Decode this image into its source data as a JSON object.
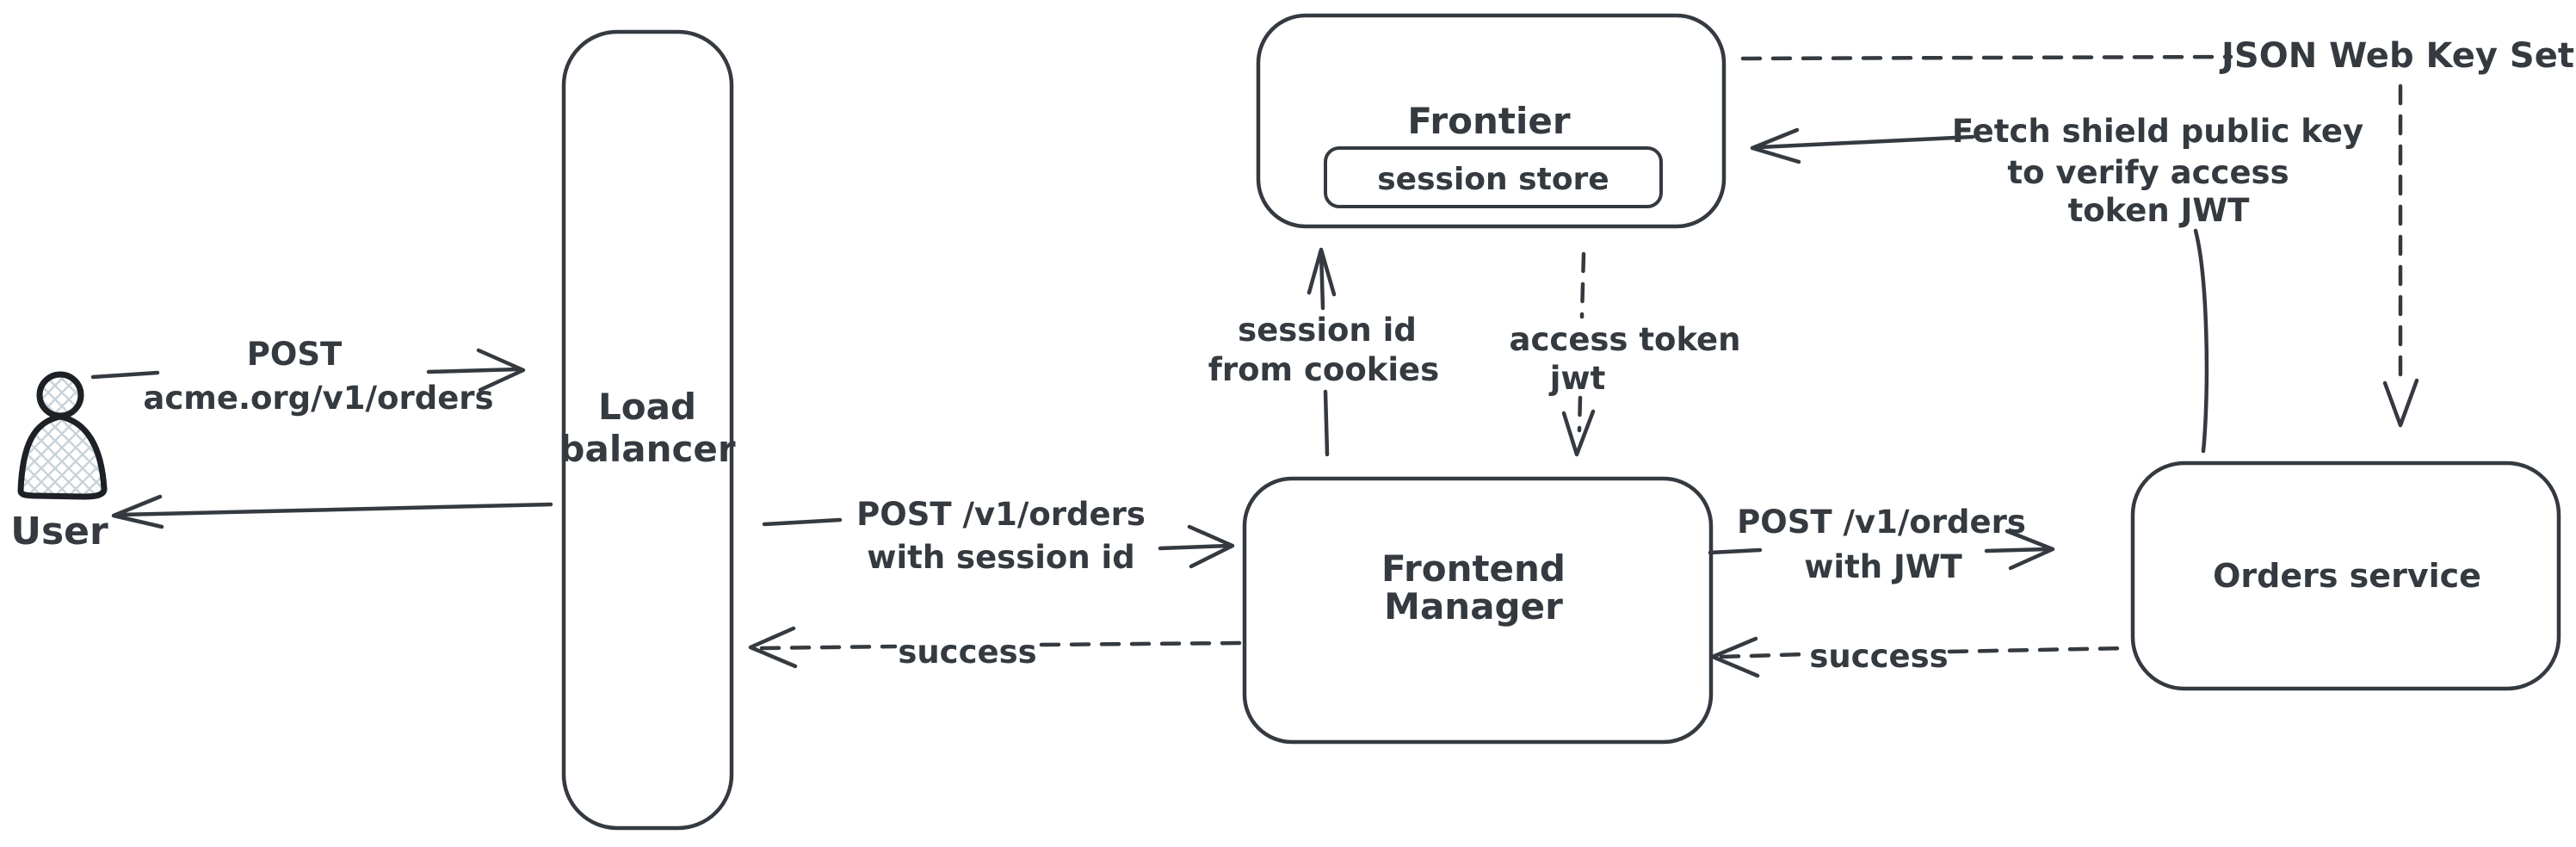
{
  "diagram": {
    "background": "#ffffff",
    "ink_color": "#343a40",
    "hatch_color": "#c9d3da",
    "nodes": {
      "user": {
        "label": "User"
      },
      "load_balancer": {
        "label_line1": "Load",
        "label_line2": "balancer"
      },
      "frontier": {
        "label": "Frontier",
        "session_store_label": "session store"
      },
      "frontend_manager": {
        "label_line1": "Frontend",
        "label_line2": "Manager"
      },
      "orders_service": {
        "label": "Orders service"
      },
      "jwks": {
        "label": "JSON Web Key Set"
      }
    },
    "edges": {
      "user_to_lb": {
        "line1": "POST",
        "line2": "acme.org/v1/orders",
        "style": "solid"
      },
      "lb_to_user": {
        "style": "solid"
      },
      "lb_to_fm": {
        "line1": "POST /v1/orders",
        "line2": "with session id",
        "style": "solid"
      },
      "fm_to_lb": {
        "label": "success",
        "style": "dashed"
      },
      "fm_to_frontier": {
        "line1": "session id",
        "line2": "from cookies",
        "style": "solid"
      },
      "frontier_to_fm": {
        "line1": "access token",
        "line2": "jwt",
        "style": "dashed"
      },
      "fm_to_orders": {
        "line1": "POST /v1/orders",
        "line2": "with JWT",
        "style": "solid"
      },
      "orders_to_fm": {
        "label": "success",
        "style": "dashed"
      },
      "orders_to_frontier": {
        "line1": "Fetch shield public key",
        "line2": "to verify access",
        "line3": "token JWT",
        "style": "solid"
      },
      "frontier_to_jwks": {
        "style": "dashed"
      },
      "jwks_to_orders": {
        "style": "dashed"
      }
    }
  }
}
